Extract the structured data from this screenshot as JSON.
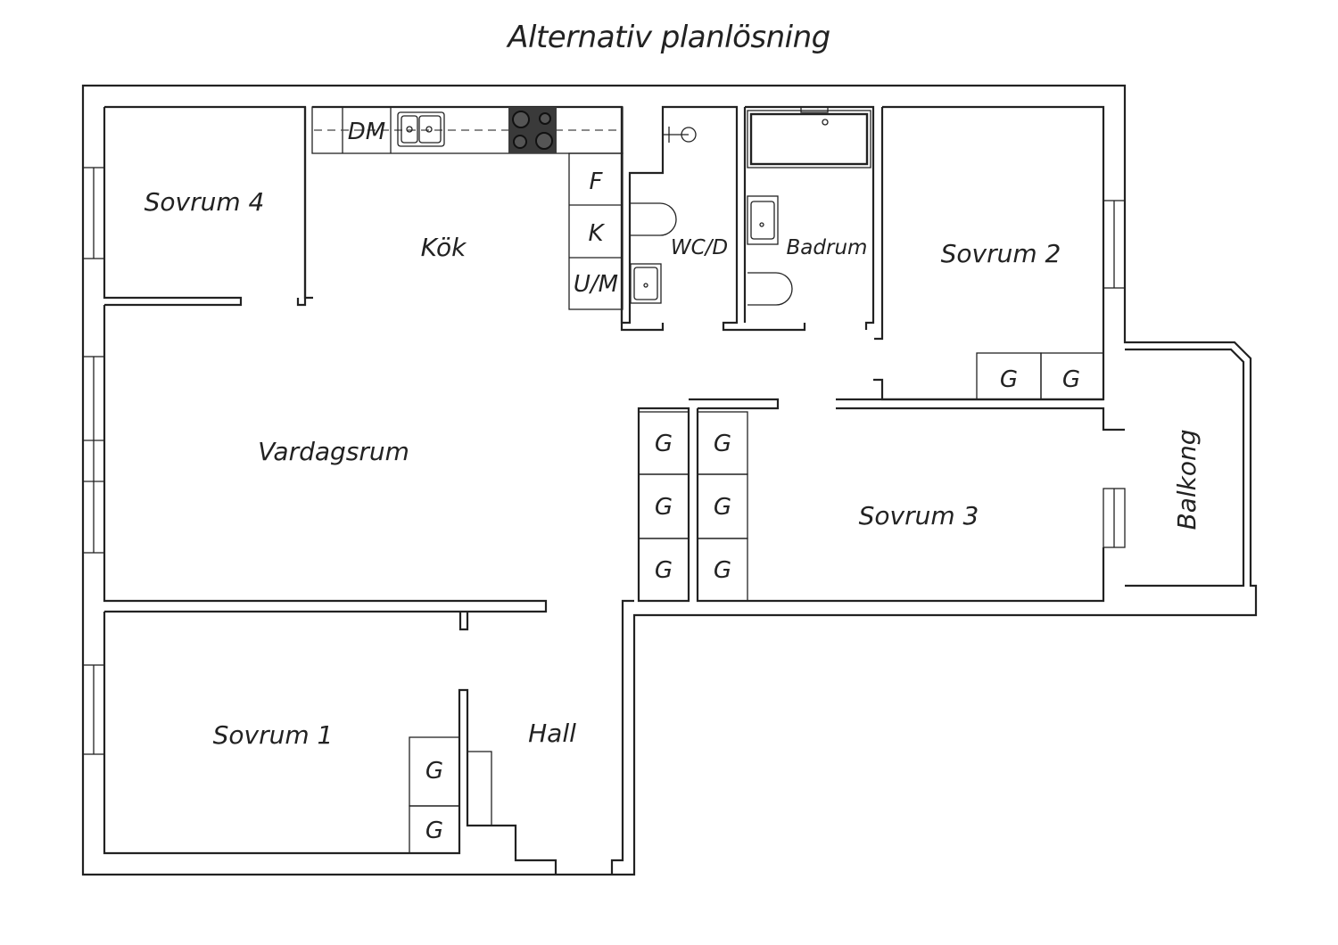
{
  "title": "Alternativ planlösning",
  "rooms": {
    "sovrum4": "Sovrum 4",
    "kok": "Kök",
    "wcd": "WC/D",
    "badrum": "Badrum",
    "sovrum2": "Sovrum 2",
    "vardagsrum": "Vardagsrum",
    "sovrum3": "Sovrum 3",
    "balkong": "Balkong",
    "sovrum1": "Sovrum 1",
    "hall": "Hall"
  },
  "fixtures": {
    "dishwasher": "DM",
    "freezer": "F",
    "fridge": "K",
    "oven_micro": "U/M",
    "wardrobe": "G"
  }
}
